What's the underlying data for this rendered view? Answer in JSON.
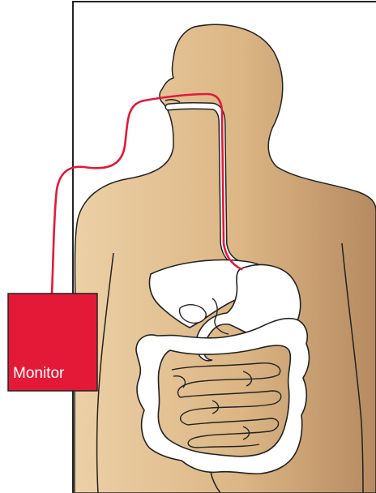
{
  "monitor": {
    "label": "Monitor",
    "color": "#e31937"
  },
  "colors": {
    "skin_light": "#ecd0a6",
    "skin_mid": "#dcb685",
    "skin_dark": "#b58a60",
    "outline": "#222222",
    "organ_fill": "#ffffff",
    "probe_wire": "#e31937",
    "frame": "#222222",
    "background": "#ffffff"
  },
  "icons": {
    "body": "human-torso-silhouette",
    "organs": "digestive-system-organs"
  }
}
